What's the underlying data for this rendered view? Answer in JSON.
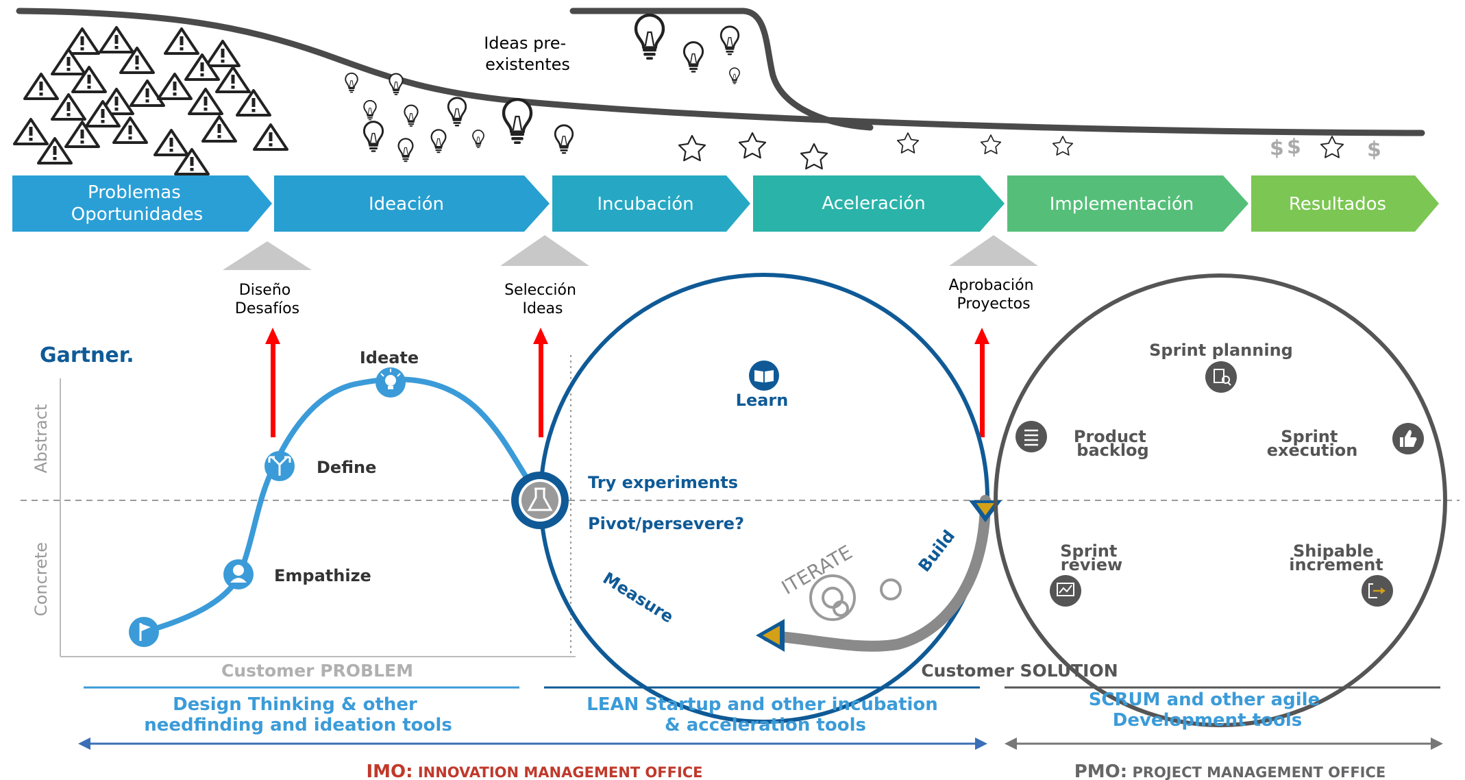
{
  "funnel_label": [
    "Ideas pre-",
    "existentes"
  ],
  "stages": [
    {
      "label": [
        "Problemas",
        "Oportunidades"
      ],
      "color": "#2a9fd6"
    },
    {
      "label": [
        "Ideación"
      ],
      "color": "#279fd0"
    },
    {
      "label": [
        "Incubación"
      ],
      "color": "#26a8c4"
    },
    {
      "label": [
        "Aceleración"
      ],
      "color": "#2ab3a9"
    },
    {
      "label": [
        "Implementación"
      ],
      "color": "#55bf79"
    },
    {
      "label": [
        "Resultados"
      ],
      "color": "#7cc653"
    }
  ],
  "gates": [
    {
      "label": [
        "Diseño",
        "Desafíos"
      ]
    },
    {
      "label": [
        "Selección",
        "Ideas"
      ]
    },
    {
      "label": [
        "Aprobación",
        "Proyectos"
      ]
    }
  ],
  "brand": "Gartner.",
  "axis": {
    "abstract": "Abstract",
    "concrete": "Concrete"
  },
  "design_steps": [
    "Empathize",
    "Define",
    "Ideate"
  ],
  "lean": {
    "learn": "Learn",
    "try": "Try experiments",
    "pivot": "Pivot/persevere?",
    "build": "Build",
    "measure": "Measure",
    "iterate": "ITERATE"
  },
  "scrum": {
    "planning": "Sprint planning",
    "backlog": [
      "Product",
      "backlog"
    ],
    "execution": [
      "Sprint",
      "execution"
    ],
    "review": [
      "Sprint",
      "review"
    ],
    "increment": [
      "Shipable",
      "increment"
    ]
  },
  "customer_problem": {
    "prefix": "Customer ",
    "emphasis": "PROBLEM"
  },
  "customer_solution": {
    "prefix": "Customer ",
    "emphasis": "SOLUTION"
  },
  "tools": {
    "design": [
      "Design Thinking & other",
      "needfinding and ideation tools"
    ],
    "lean": [
      "LEAN Startup and other incubation",
      "& acceleration tools"
    ],
    "scrum": [
      "SCRUM and other agile",
      "Development tools"
    ]
  },
  "offices": {
    "imo": {
      "abbr": "IMO:",
      "name": " INNOVATION MANAGEMENT OFFICE"
    },
    "pmo": {
      "abbr": "PMO:",
      "name": " PROJECT MANAGEMENT OFFICE"
    }
  },
  "currency": [
    "$",
    "$",
    "$"
  ],
  "colors": {
    "dark_blue": "#0f5a96",
    "light_blue": "#3b9bd8",
    "gray": "#555555",
    "red": "#ff0000",
    "imo": "#c0392b",
    "gold": "#d4a017"
  }
}
